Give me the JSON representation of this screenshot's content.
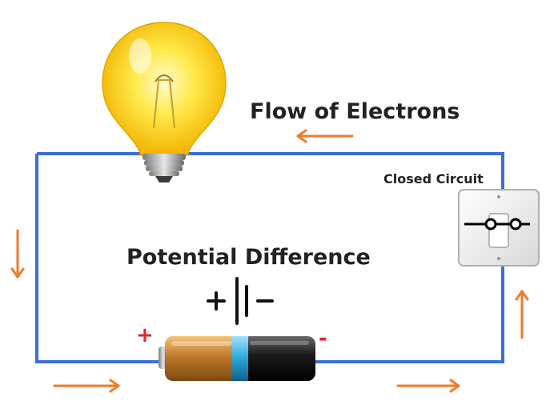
{
  "labels": {
    "flow": "Flow of Electrons",
    "potential": "Potential Difference",
    "switch": "Closed Circuit",
    "battery_plus": "+",
    "battery_minus": "-"
  },
  "colors": {
    "wire": "#3b6fd4",
    "arrow": "#f07a2a",
    "bulb_glow": "#ffe23a",
    "battery_copper": "#c07a28",
    "battery_black": "#1c1c1c",
    "battery_band": "#2aa6d8",
    "sign_red": "#e0242a",
    "switch_plate": "#f2f2f2"
  },
  "icons": {
    "bulb": "light-bulb-icon",
    "battery": "battery-icon",
    "switch": "switch-icon",
    "cell_symbol": "cell-symbol-icon"
  }
}
